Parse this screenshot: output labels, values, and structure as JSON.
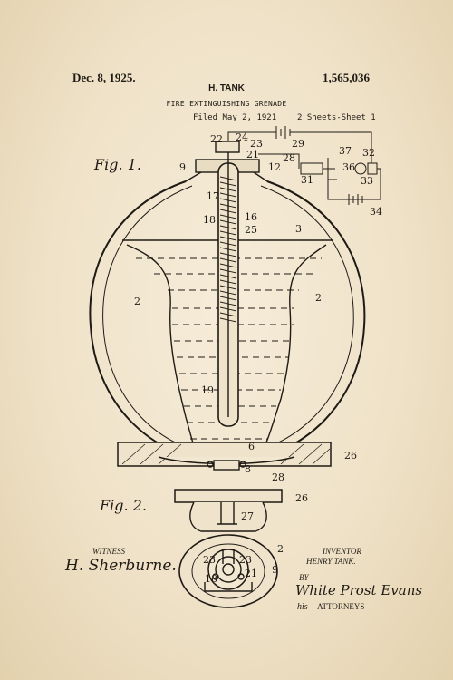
{
  "header": {
    "date": "Dec. 8, 1925.",
    "inventor_short": "H. TANK",
    "patent_number": "1,565,036",
    "title": "FIRE EXTINGUISHING GRENADE",
    "filed": "Filed May 2, 1921",
    "sheets": "2 Sheets-Sheet 1"
  },
  "figures": {
    "fig1_label": "Fig. 1.",
    "fig2_label": "Fig. 2."
  },
  "labels": [
    "22",
    "24",
    "23",
    "21",
    "29",
    "28",
    "37",
    "32",
    "36",
    "31",
    "33",
    "9",
    "12",
    "17",
    "16",
    "18",
    "25",
    "3",
    "34",
    "2",
    "2",
    "19",
    "6",
    "26",
    "8",
    "28",
    "26",
    "27",
    "23",
    "23",
    "18",
    "21",
    "2",
    "9"
  ],
  "signatures": {
    "witness_label": "WITNESS",
    "witness_signature": "H. Sherburne.",
    "inventor_label": "INVENTOR",
    "inventor_name": "HENRY TANK.",
    "by_label": "BY",
    "attorney_signature": "White Prost Evans",
    "his_label": "his",
    "attorneys_label": "ATTORNEYS"
  },
  "colors": {
    "paper": "#f2e7d1",
    "ink": "#1f1a14"
  }
}
